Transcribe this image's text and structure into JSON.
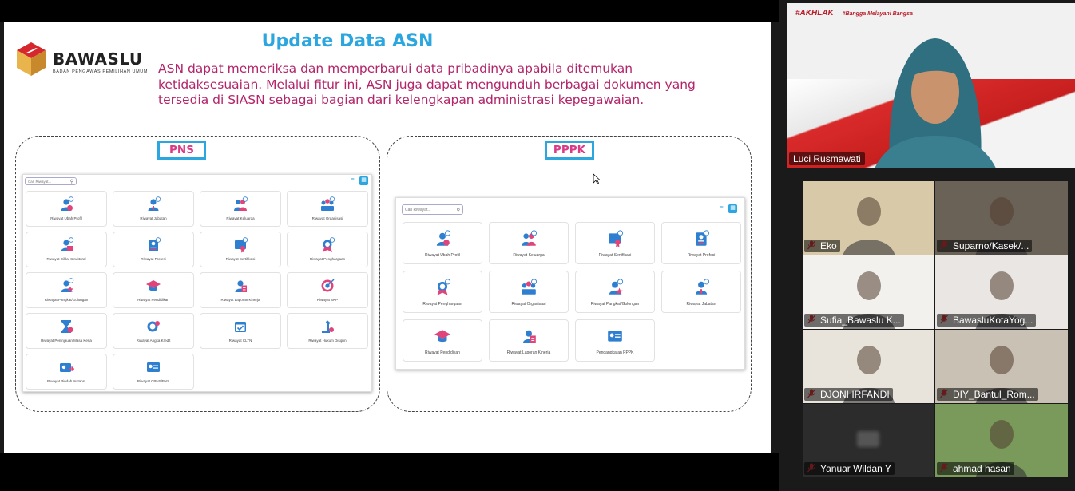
{
  "slide": {
    "logo_name": "BAWASLU",
    "logo_subtitle": "BADAN PENGAWAS PEMILIHAN UMUM",
    "title": "Update Data ASN",
    "description": "ASN dapat memeriksa dan memperbarui data pribadinya apabila ditemukan ketidaksesuaian. Melalui fitur ini, ASN juga dapat mengunduh berbagai dokumen yang tersedia di SIASN sebagai bagian dari kelengkapan administrasi kepegawaian."
  },
  "pns": {
    "tag": "PNS",
    "search_placeholder": "Cari Riwayat...",
    "cards": [
      {
        "label": "Riwayat Ubah Profil",
        "icon": "user-check-icon"
      },
      {
        "label": "Riwayat Jabatan",
        "icon": "user-tie-icon"
      },
      {
        "label": "Riwayat Keluarga",
        "icon": "family-icon"
      },
      {
        "label": "Riwayat Organisasi",
        "icon": "group-icon"
      },
      {
        "label": "Riwayat Diklat Struktural",
        "icon": "user-book-icon"
      },
      {
        "label": "Riwayat Profesi",
        "icon": "id-card-icon"
      },
      {
        "label": "Riwayat Sertifikasi",
        "icon": "certificate-icon"
      },
      {
        "label": "Riwayat Penghargaan",
        "icon": "award-icon"
      },
      {
        "label": "Riwayat Pangkat/Golongan",
        "icon": "user-star-icon"
      },
      {
        "label": "Riwayat Pendidikan",
        "icon": "graduation-cap-icon"
      },
      {
        "label": "Riwayat Laporan Kinerja",
        "icon": "user-report-icon"
      },
      {
        "label": "Riwayat SKP",
        "icon": "target-icon"
      },
      {
        "label": "Riwayat Peninjauan Masa Kerja",
        "icon": "hourglass-icon"
      },
      {
        "label": "Riwayat Angka Kredit",
        "icon": "credit-icon"
      },
      {
        "label": "Riwayat CLTN",
        "icon": "calendar-check-icon"
      },
      {
        "label": "Riwayat Hukum Disiplin",
        "icon": "gavel-icon"
      },
      {
        "label": "Riwayat Pindah Instansi",
        "icon": "transfer-card-icon"
      },
      {
        "label": "Riwayat CPNS/PNS",
        "icon": "badge-card-icon"
      }
    ]
  },
  "pppk": {
    "tag": "PPPK",
    "search_placeholder": "Cari Riwayat...",
    "cards": [
      {
        "label": "Riwayat Ubah Profil",
        "icon": "user-check-icon"
      },
      {
        "label": "Riwayat Keluarga",
        "icon": "family-icon"
      },
      {
        "label": "Riwayat Sertifikasi",
        "icon": "certificate-icon"
      },
      {
        "label": "Riwayat Profesi",
        "icon": "id-card-icon"
      },
      {
        "label": "Riwayat Penghargaan",
        "icon": "award-icon"
      },
      {
        "label": "Riwayat Organisasi",
        "icon": "group-icon"
      },
      {
        "label": "Riwayat Pangkat/Golongan",
        "icon": "user-star-icon"
      },
      {
        "label": "Riwayat Jabatan",
        "icon": "user-tie-icon"
      },
      {
        "label": "Riwayat Pendidikan",
        "icon": "graduation-cap-icon"
      },
      {
        "label": "Riwayat Laporan Kinerja",
        "icon": "user-report-icon"
      },
      {
        "label": "Pengangkatan PPPK",
        "icon": "badge-card-icon"
      }
    ]
  },
  "speaker": {
    "name": "Luci Rusmawati",
    "banner_text_1": "#AKHLAK",
    "banner_text_2": "#Bangga Melayani Bangsa"
  },
  "participants": [
    {
      "name": "Eko",
      "bg": "#d8c9a8"
    },
    {
      "name": "Suparno/Kasek/...",
      "bg": "#6b6257"
    },
    {
      "name": "Sufia_Bawaslu K...",
      "bg": "#f3f1ee"
    },
    {
      "name": "BawasluKotaYog...",
      "bg": "#e9e6e3"
    },
    {
      "name": "DJONI IRFANDI",
      "bg": "#e8e4dc"
    },
    {
      "name": "DIY_Bantul_Rom...",
      "bg": "#c9c1b3"
    },
    {
      "name": "Yanuar Wildan Y",
      "bg": "#2c2c2c"
    },
    {
      "name": "ahmad hasan",
      "bg": "#7a9a5b"
    }
  ],
  "colors": {
    "accent_blue": "#2ba6de",
    "accent_magenta": "#b3256a",
    "tag_pink": "#d93b87",
    "icon_blue": "#2f7fd0",
    "icon_pink": "#e0447a"
  }
}
